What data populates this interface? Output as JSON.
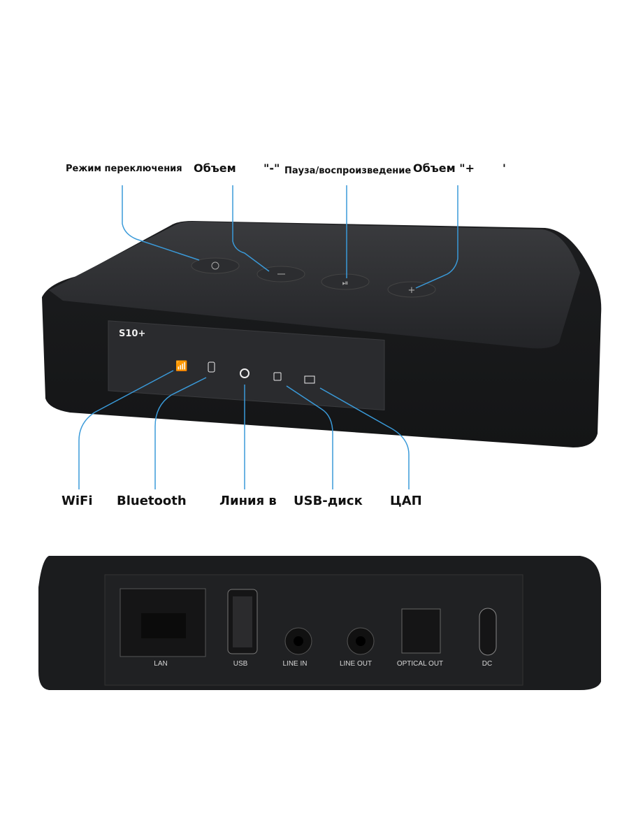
{
  "top_callouts": {
    "mode": "Режим переключения",
    "vol_minus_a": "Объем",
    "vol_minus_b": "\"-\"",
    "play_pause": "Пауза/воспроизведение",
    "vol_plus": "Объем \"+",
    "vol_plus_tail": "'"
  },
  "device": {
    "model": "S10+"
  },
  "indicator_callouts": {
    "wifi": "WiFi",
    "bluetooth": "Bluetooth",
    "line_in": "Линия в",
    "usb_disk": "USB-диск",
    "dac": "ЦАП"
  },
  "ports": {
    "lan": "LAN",
    "usb": "USB",
    "line_in": "LINE IN",
    "line_out": "LINE OUT",
    "optical_out": "OPTICAL OUT",
    "dc": "DC"
  },
  "colors": {
    "callout_line": "#3a9ad9",
    "device_body": "#1e1f21"
  }
}
